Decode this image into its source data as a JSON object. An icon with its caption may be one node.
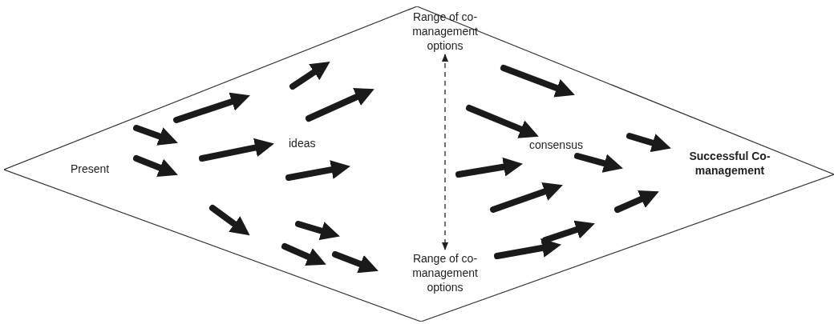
{
  "diagram": {
    "nodes": [
      {
        "text": [],
        "shape": "diamond"
      },
      {
        "text": [
          "Range of co-management options"
        ],
        "in": 0
      },
      {
        "text": [
          "Range of co-management options"
        ],
        "in": 0
      }
    ],
    "edges": [
      {
        "from": 1,
        "to": 2,
        "arrow": "both",
        "style": "dashed"
      }
    ],
    "labels": [
      "Present",
      "ideas",
      "consensus",
      "Successful Co-management"
    ]
  }
}
